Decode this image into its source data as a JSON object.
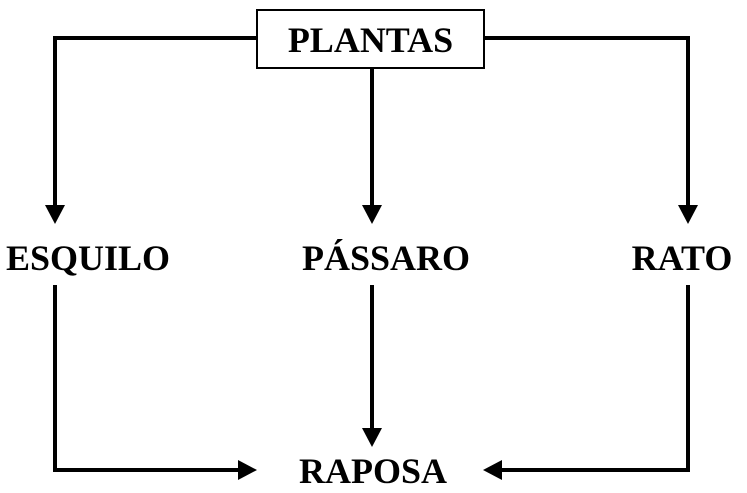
{
  "diagram": {
    "nodes": {
      "plantas": "PLANTAS",
      "esquilo": "ESQUILO",
      "passaro": "PÁSSARO",
      "rato": "RATO",
      "raposa": "RAPOSA"
    },
    "edges": [
      {
        "from": "plantas",
        "to": "esquilo"
      },
      {
        "from": "plantas",
        "to": "passaro"
      },
      {
        "from": "plantas",
        "to": "rato"
      },
      {
        "from": "esquilo",
        "to": "raposa"
      },
      {
        "from": "passaro",
        "to": "raposa"
      },
      {
        "from": "rato",
        "to": "raposa"
      }
    ],
    "colors": {
      "line": "#000000",
      "background": "#ffffff"
    }
  }
}
